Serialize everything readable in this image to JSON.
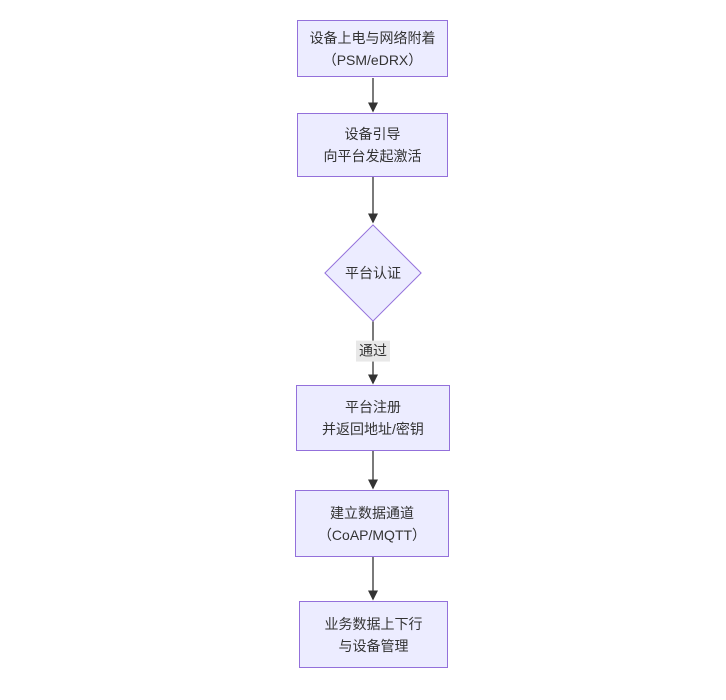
{
  "diagram": {
    "type": "flowchart-top-down",
    "colors": {
      "canvas_bg": "#ffffff",
      "node_fill": "#ECECFF",
      "node_border": "#9370DB",
      "text_color": "#333333",
      "line_color": "#333333",
      "edge_label_bg": "#e8e8e8"
    },
    "nodes": [
      {
        "id": "power",
        "shape": "rect",
        "line1": "设备上电与网络附着",
        "line2": "（PSM/eDRX）"
      },
      {
        "id": "boot",
        "shape": "rect",
        "line1": "设备引导",
        "line2": "向平台发起激活"
      },
      {
        "id": "auth",
        "shape": "diamond",
        "line1": "平台认证",
        "line2": ""
      },
      {
        "id": "register",
        "shape": "rect",
        "line1": "平台注册",
        "line2": "并返回地址/密钥"
      },
      {
        "id": "channel",
        "shape": "rect",
        "line1": "建立数据通道",
        "line2": "（CoAP/MQTT）"
      },
      {
        "id": "service",
        "shape": "rect",
        "line1": "业务数据上下行",
        "line2": "与设备管理"
      }
    ],
    "edges": [
      {
        "from": "power",
        "to": "boot",
        "label": ""
      },
      {
        "from": "boot",
        "to": "auth",
        "label": ""
      },
      {
        "from": "auth",
        "to": "register",
        "label": "通过"
      },
      {
        "from": "register",
        "to": "channel",
        "label": ""
      },
      {
        "from": "channel",
        "to": "service",
        "label": ""
      }
    ]
  }
}
